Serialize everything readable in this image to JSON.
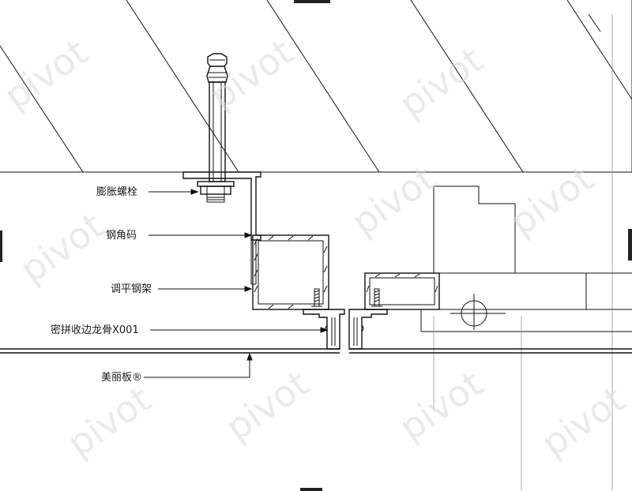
{
  "labels": {
    "anchor_bolt": "膨胀螺栓",
    "angle_bracket": "钢角码",
    "leveling_frame": "调平钢架",
    "edge_keel": "密拼收边龙骨X001",
    "panel": "美丽板®"
  },
  "watermark": {
    "text": "pivot",
    "color": "#d0d0d0"
  },
  "colors": {
    "line": "#111111",
    "background": "#ffffff",
    "axis": "#9a9a9a"
  }
}
